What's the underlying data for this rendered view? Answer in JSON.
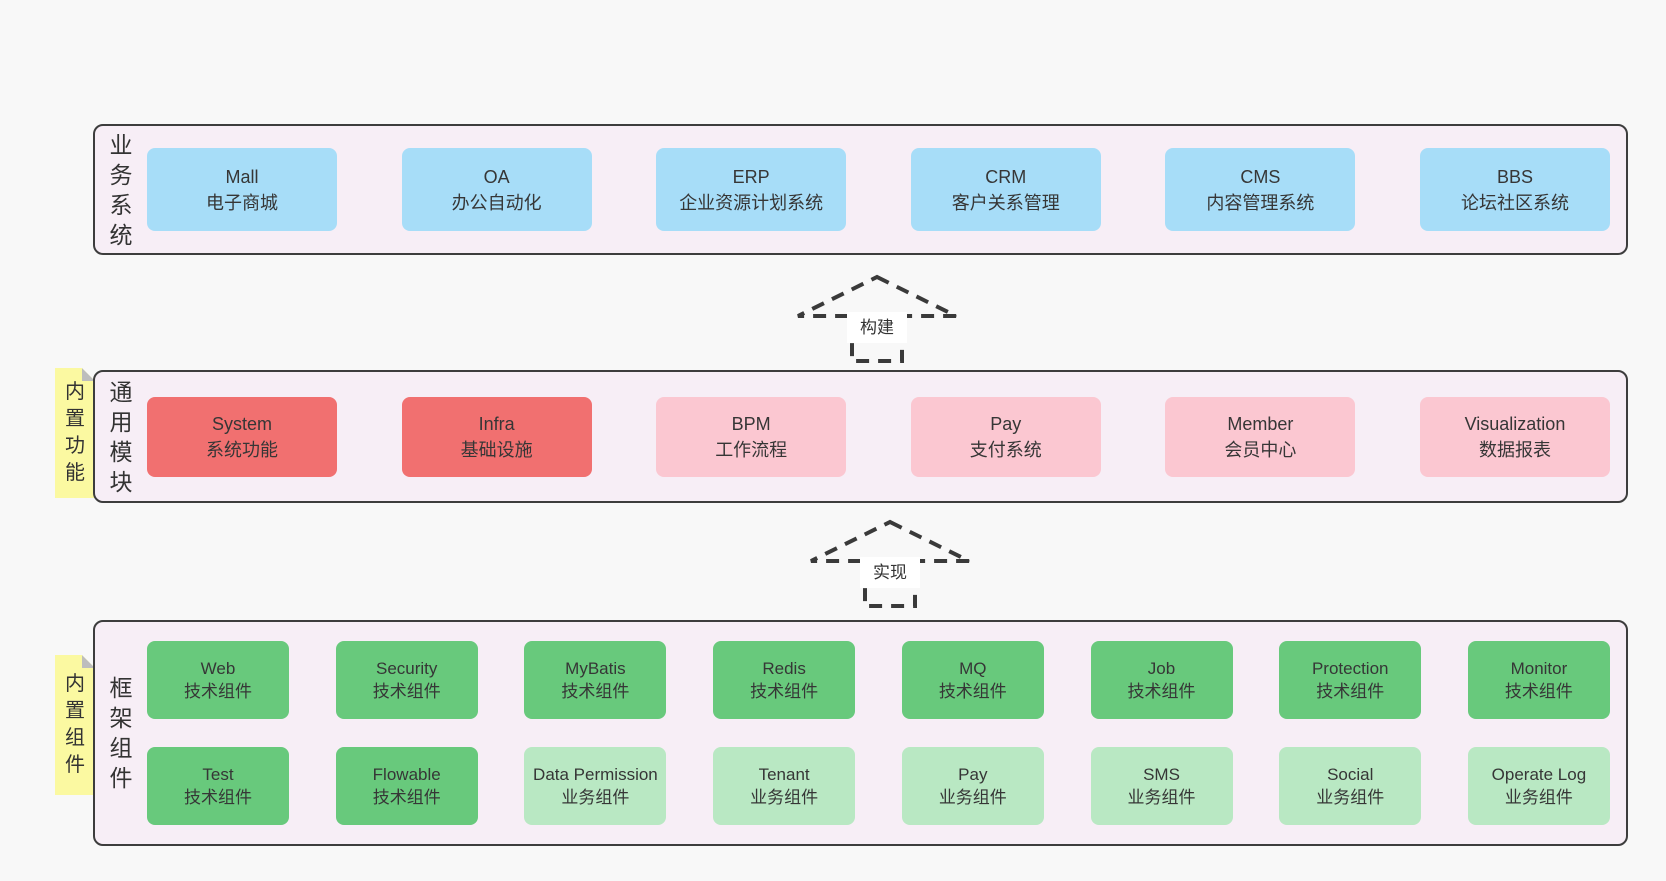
{
  "colors": {
    "page-bg": "#f8f8f8",
    "band-bg": "#f7eef6",
    "band-border": "#3d3d3d",
    "blue": "#a7ddf8",
    "red": "#f17070",
    "pink": "#fbc7d1",
    "green": "#68c97c",
    "light-green": "#b9e8c3",
    "note-yellow": "#fbf9a1",
    "note-fold": "#bdbdbd",
    "text": "#363636",
    "arrow": "#3a3a3a",
    "arrow-label-bg": "#ffffff"
  },
  "bands": [
    {
      "label": "业务系统",
      "items": [
        {
          "title": "Mall",
          "subtitle": "电子商城"
        },
        {
          "title": "OA",
          "subtitle": "办公自动化"
        },
        {
          "title": "ERP",
          "subtitle": "企业资源计划系统"
        },
        {
          "title": "CRM",
          "subtitle": "客户关系管理"
        },
        {
          "title": "CMS",
          "subtitle": "内容管理系统"
        },
        {
          "title": "BBS",
          "subtitle": "论坛社区系统"
        }
      ]
    },
    {
      "label": "通用模块",
      "note": "内置功能",
      "items": [
        {
          "title": "System",
          "subtitle": "系统功能"
        },
        {
          "title": "Infra",
          "subtitle": "基础设施"
        },
        {
          "title": "BPM",
          "subtitle": "工作流程"
        },
        {
          "title": "Pay",
          "subtitle": "支付系统"
        },
        {
          "title": "Member",
          "subtitle": "会员中心"
        },
        {
          "title": "Visualization",
          "subtitle": "数据报表"
        }
      ]
    },
    {
      "label": "框架组件",
      "note": "内置组件",
      "row1": [
        {
          "title": "Web",
          "subtitle": "技术组件"
        },
        {
          "title": "Security",
          "subtitle": "技术组件"
        },
        {
          "title": "MyBatis",
          "subtitle": "技术组件"
        },
        {
          "title": "Redis",
          "subtitle": "技术组件"
        },
        {
          "title": "MQ",
          "subtitle": "技术组件"
        },
        {
          "title": "Job",
          "subtitle": "技术组件"
        },
        {
          "title": "Protection",
          "subtitle": "技术组件"
        },
        {
          "title": "Monitor",
          "subtitle": "技术组件"
        }
      ],
      "row2": [
        {
          "title": "Test",
          "subtitle": "技术组件"
        },
        {
          "title": "Flowable",
          "subtitle": "技术组件"
        },
        {
          "title": "Data Permission",
          "subtitle": "业务组件"
        },
        {
          "title": "Tenant",
          "subtitle": "业务组件"
        },
        {
          "title": "Pay",
          "subtitle": "业务组件"
        },
        {
          "title": "SMS",
          "subtitle": "业务组件"
        },
        {
          "title": "Social",
          "subtitle": "业务组件"
        },
        {
          "title": "Operate Log",
          "subtitle": "业务组件"
        }
      ]
    }
  ],
  "arrows": [
    {
      "label": "构建"
    },
    {
      "label": "实现"
    }
  ]
}
